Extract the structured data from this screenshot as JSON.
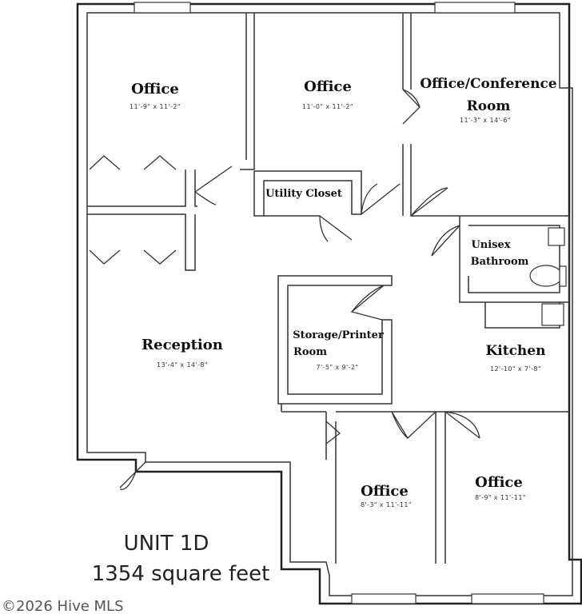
{
  "rooms": {
    "office_top_left": {
      "name": "Office",
      "dims": "11'-9\" x 11'-2\""
    },
    "office_top_mid": {
      "name": "Office",
      "dims": "11'-0\" x 11'-2\""
    },
    "office_conference": {
      "name_line1": "Office/Conference",
      "name_line2": "Room",
      "dims": "11'-3\" x 14'-6\""
    },
    "utility_closet": {
      "name": "Utility Closet"
    },
    "bathroom": {
      "name_line1": "Unisex",
      "name_line2": "Bathroom"
    },
    "reception": {
      "name": "Reception",
      "dims": "13'-4\" x 14'-8\""
    },
    "storage": {
      "name_line1": "Storage/Printer",
      "name_line2": "Room",
      "dims": "7'-5\" x 9'-2\""
    },
    "kitchen": {
      "name": "Kitchen",
      "dims": "12'-10\" x 7'-8\""
    },
    "office_bottom_mid": {
      "name": "Office",
      "dims": "8'-3\" x 11'-11\""
    },
    "office_bottom_right": {
      "name": "Office",
      "dims": "8'-9\" x 11'-11\""
    }
  },
  "unit": {
    "name": "UNIT 1D",
    "area": "1354 square feet"
  },
  "watermark": "©2026 Hive MLS"
}
